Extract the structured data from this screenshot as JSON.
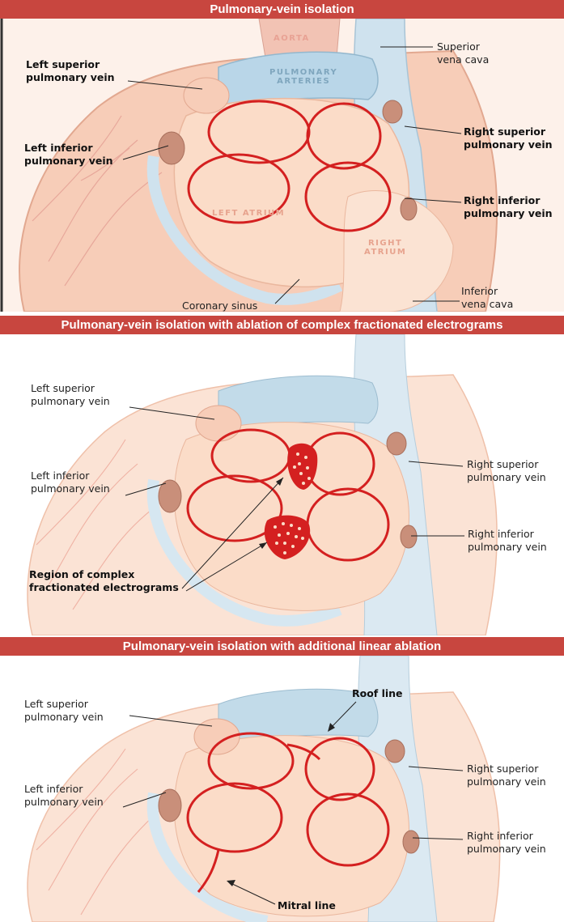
{
  "panels": [
    {
      "title": "Pulmonary-vein isolation",
      "labels": {
        "lsv": [
          "Left superior",
          "pulmonary vein"
        ],
        "liv": [
          "Left inferior",
          "pulmonary vein"
        ],
        "rsv": [
          "Right superior",
          "pulmonary vein"
        ],
        "riv": [
          "Right inferior",
          "pulmonary vein"
        ],
        "svc": [
          "Superior",
          "vena cava"
        ],
        "ivc": [
          "Inferior",
          "vena cava"
        ],
        "cs": "Coronary sinus"
      },
      "inner": {
        "aorta": "AORTA",
        "pa": [
          "PULMONARY",
          "ARTERIES"
        ],
        "la": "LEFT ATRIUM",
        "ra": [
          "RIGHT",
          "ATRIUM"
        ]
      }
    },
    {
      "title": "Pulmonary-vein isolation with ablation of complex fractionated electrograms",
      "labels": {
        "lsv": [
          "Left superior",
          "pulmonary vein"
        ],
        "liv": [
          "Left inferior",
          "pulmonary vein"
        ],
        "rsv": [
          "Right superior",
          "pulmonary vein"
        ],
        "riv": [
          "Right inferior",
          "pulmonary vein"
        ],
        "cfe": [
          "Region of complex",
          "fractionated electrograms"
        ]
      }
    },
    {
      "title": "Pulmonary-vein isolation with additional linear ablation",
      "labels": {
        "lsv": [
          "Left superior",
          "pulmonary vein"
        ],
        "liv": [
          "Left inferior",
          "pulmonary vein"
        ],
        "rsv": [
          "Right superior",
          "pulmonary vein"
        ],
        "riv": [
          "Right inferior",
          "pulmonary vein"
        ],
        "roof": "Roof line",
        "mitral": "Mitral line"
      }
    }
  ],
  "colors": {
    "banner": "#c8463f",
    "ablation": "#d42020",
    "atrium": "#fbdcc8",
    "vessel": "#cfe2ee"
  }
}
